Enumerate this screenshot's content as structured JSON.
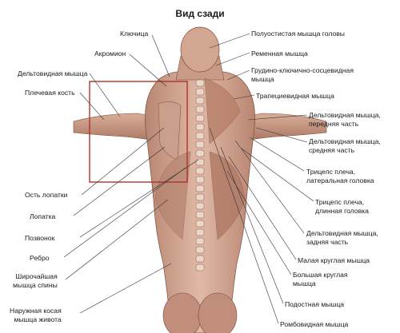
{
  "diagram": {
    "title": "Вид сзади",
    "labels": [
      {
        "id": "klyuchica",
        "text": "Ключица"
      },
      {
        "id": "akromion",
        "text": "Акромион"
      },
      {
        "id": "deltovidnaya",
        "text": "Дельтовидная мышца"
      },
      {
        "id": "plechevaya-kost",
        "text": "Плечевая кость"
      },
      {
        "id": "ost-lopatki",
        "text": "Ость лопатки"
      },
      {
        "id": "lopatka",
        "text": "Лопатка"
      },
      {
        "id": "pozvonok",
        "text": "Позвонок"
      },
      {
        "id": "rebro",
        "text": "Ребро"
      },
      {
        "id": "shirochayshaya",
        "text": "Широчайшая\nмышца спины"
      },
      {
        "id": "naruzhnaya-kosaya",
        "text": "Наружная косая\nмышца живота"
      },
      {
        "id": "poluostistaya",
        "text": "Полуостистая мышца головы"
      },
      {
        "id": "remennaya",
        "text": "Ременная мышца"
      },
      {
        "id": "grudino",
        "text": "Грудино-ключично-сосцевидная\nмышца"
      },
      {
        "id": "trapeciya",
        "text": "Трапециевидная мышца"
      },
      {
        "id": "delt-peredn",
        "text": "Дельтовидная мышца,\nпередняя часть"
      },
      {
        "id": "delt-sredn",
        "text": "Дельтовидная мышца,\nсредняя часть"
      },
      {
        "id": "triceps-lat",
        "text": "Трицепс плеча,\nлатеральная головка"
      },
      {
        "id": "triceps-dl",
        "text": "Трицепс плеча,\nдлинная головка"
      },
      {
        "id": "delt-zadn",
        "text": "Дельтовидная мышца,\nзадняя часть"
      },
      {
        "id": "malaya-kruglaya",
        "text": "Малая круглая мышца"
      },
      {
        "id": "bolshaya-kruglaya",
        "text": "Большая круглая\nмышца"
      },
      {
        "id": "podostnaya",
        "text": "Подостная мышца"
      },
      {
        "id": "romboid",
        "text": "Ромбовидная мышца"
      }
    ]
  },
  "colors": {
    "frame": "#b0332b",
    "muscle": "#c99a86",
    "muscle_dark": "#9e6e5c",
    "skin": "#e2c7b6",
    "leader": "#333333"
  }
}
